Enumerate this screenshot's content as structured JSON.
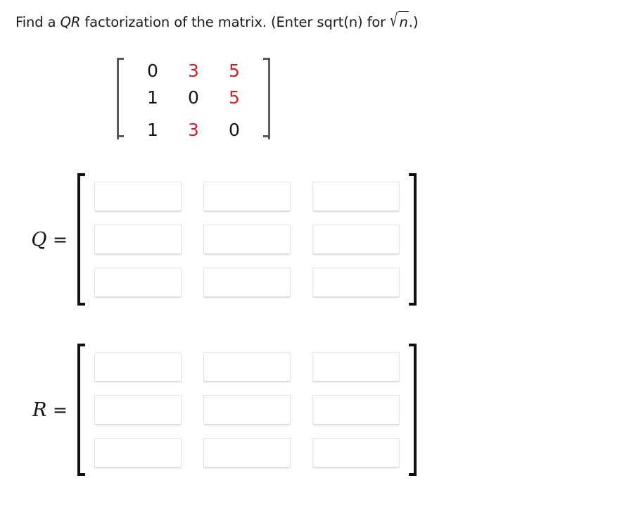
{
  "prompt": {
    "part1": "Find a ",
    "emphasis": "QR",
    "part2": " factorization of the matrix. (Enter sqrt(n) for ",
    "radical_sign": "√",
    "radical_body": "n",
    "part3": ".)"
  },
  "given_matrix": {
    "name": "coefficient-matrix",
    "rows": [
      [
        {
          "value": "0",
          "color": "black"
        },
        {
          "value": "3",
          "color": "red"
        },
        {
          "value": "5",
          "color": "red"
        }
      ],
      [
        {
          "value": "1",
          "color": "black"
        },
        {
          "value": "0",
          "color": "black"
        },
        {
          "value": "5",
          "color": "red"
        }
      ],
      [
        {
          "value": "1",
          "color": "black"
        },
        {
          "value": "3",
          "color": "red"
        },
        {
          "value": "0",
          "color": "black"
        }
      ]
    ]
  },
  "answers": [
    {
      "id": "Q",
      "label_symbol": "Q",
      "label_equals": "=",
      "rows": [
        [
          {
            "value": "",
            "placeholder": ""
          },
          {
            "value": "",
            "placeholder": ""
          },
          {
            "value": "",
            "placeholder": ""
          }
        ],
        [
          {
            "value": "",
            "placeholder": ""
          },
          {
            "value": "",
            "placeholder": ""
          },
          {
            "value": "",
            "placeholder": ""
          }
        ],
        [
          {
            "value": "",
            "placeholder": ""
          },
          {
            "value": "",
            "placeholder": ""
          },
          {
            "value": "",
            "placeholder": ""
          }
        ]
      ]
    },
    {
      "id": "R",
      "label_symbol": "R",
      "label_equals": "=",
      "rows": [
        [
          {
            "value": "",
            "placeholder": ""
          },
          {
            "value": "",
            "placeholder": ""
          },
          {
            "value": "",
            "placeholder": ""
          }
        ],
        [
          {
            "value": "",
            "placeholder": ""
          },
          {
            "value": "",
            "placeholder": ""
          },
          {
            "value": "",
            "placeholder": ""
          }
        ],
        [
          {
            "value": "",
            "placeholder": ""
          },
          {
            "value": "",
            "placeholder": ""
          },
          {
            "value": "",
            "placeholder": ""
          }
        ]
      ]
    }
  ],
  "colors": {
    "black": "#121212",
    "red": "#cc2229",
    "bracket": "#111111",
    "matrix_bracket": "#5b5b5b",
    "input_border": "#e3e3e3"
  }
}
